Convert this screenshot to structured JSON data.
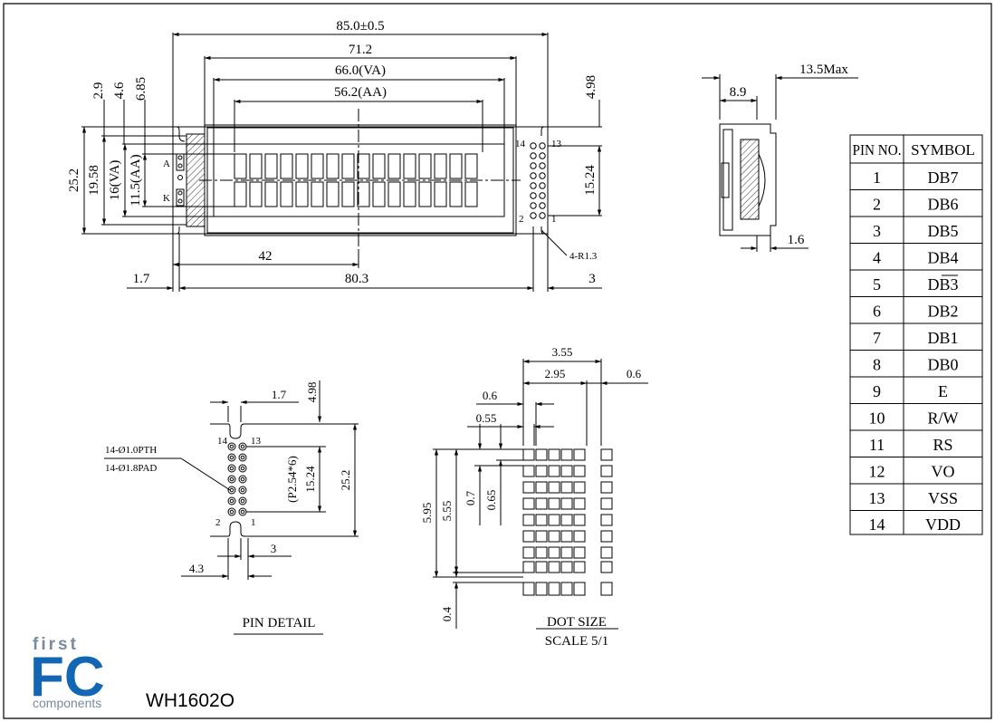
{
  "front_view": {
    "dim_overall": "85.0±0.5",
    "dim_bezel": "71.2",
    "dim_va": "66.0(VA)",
    "dim_aa": "56.2(AA)",
    "dim_top_1": "2.9",
    "dim_top_2": "4.6",
    "dim_top_3": "6.85",
    "dim_right_top": "4.98",
    "dim_height": "25.2",
    "dim_h_2": "19.58",
    "dim_va_h": "16(VA)",
    "dim_aa_h": "11.5(AA)",
    "dim_pin_span": "15.24",
    "dim_42": "42",
    "dim_left_17": "1.7",
    "dim_hole_span": "80.3",
    "dim_right_3": "3",
    "pin_label_14": "14",
    "pin_label_13": "13",
    "pin_label_2": "2",
    "pin_label_1": "1",
    "led_a": "A",
    "led_k": "K",
    "radius_note": "4-R1.3"
  },
  "side_view": {
    "dim_max": "13.5Max",
    "dim_89": "8.9",
    "dim_16": "1.6"
  },
  "pin_detail": {
    "title": "PIN DETAIL",
    "dim_17": "1.7",
    "dim_498": "4.98",
    "dim_pitch": "(P2.54*6)",
    "dim_1524": "15.24",
    "dim_252": "25.2",
    "dim_3": "3",
    "dim_43": "4.3",
    "note_pth": "14-Ø1.0PTH",
    "note_pad": "14-Ø1.8PAD",
    "pin_14": "14",
    "pin_13": "13",
    "pin_2": "2",
    "pin_1": "1"
  },
  "dot_size": {
    "title": "DOT SIZE",
    "scale": "SCALE 5/1",
    "dim_355": "3.55",
    "dim_295": "2.95",
    "dim_06_right": "0.6",
    "dim_06": "0.6",
    "dim_055": "0.55",
    "dim_595": "5.95",
    "dim_555": "5.55",
    "dim_07": "0.7",
    "dim_065": "0.65",
    "dim_04": "0.4"
  },
  "pin_table": {
    "headers": [
      "PIN NO.",
      "SYMBOL"
    ],
    "rows": [
      [
        "1",
        "DB7"
      ],
      [
        "2",
        "DB6"
      ],
      [
        "3",
        "DB5"
      ],
      [
        "4",
        "DB4"
      ],
      [
        "5",
        "DB3"
      ],
      [
        "6",
        "DB2"
      ],
      [
        "7",
        "DB1"
      ],
      [
        "8",
        "DB0"
      ],
      [
        "9",
        "E"
      ],
      [
        "10",
        "R/W"
      ],
      [
        "11",
        "RS"
      ],
      [
        "12",
        "VO"
      ],
      [
        "13",
        "VSS"
      ],
      [
        "14",
        "VDD"
      ]
    ]
  },
  "logo": {
    "first": "first",
    "fc": "FC",
    "components": "components"
  },
  "model": "WH1602O"
}
